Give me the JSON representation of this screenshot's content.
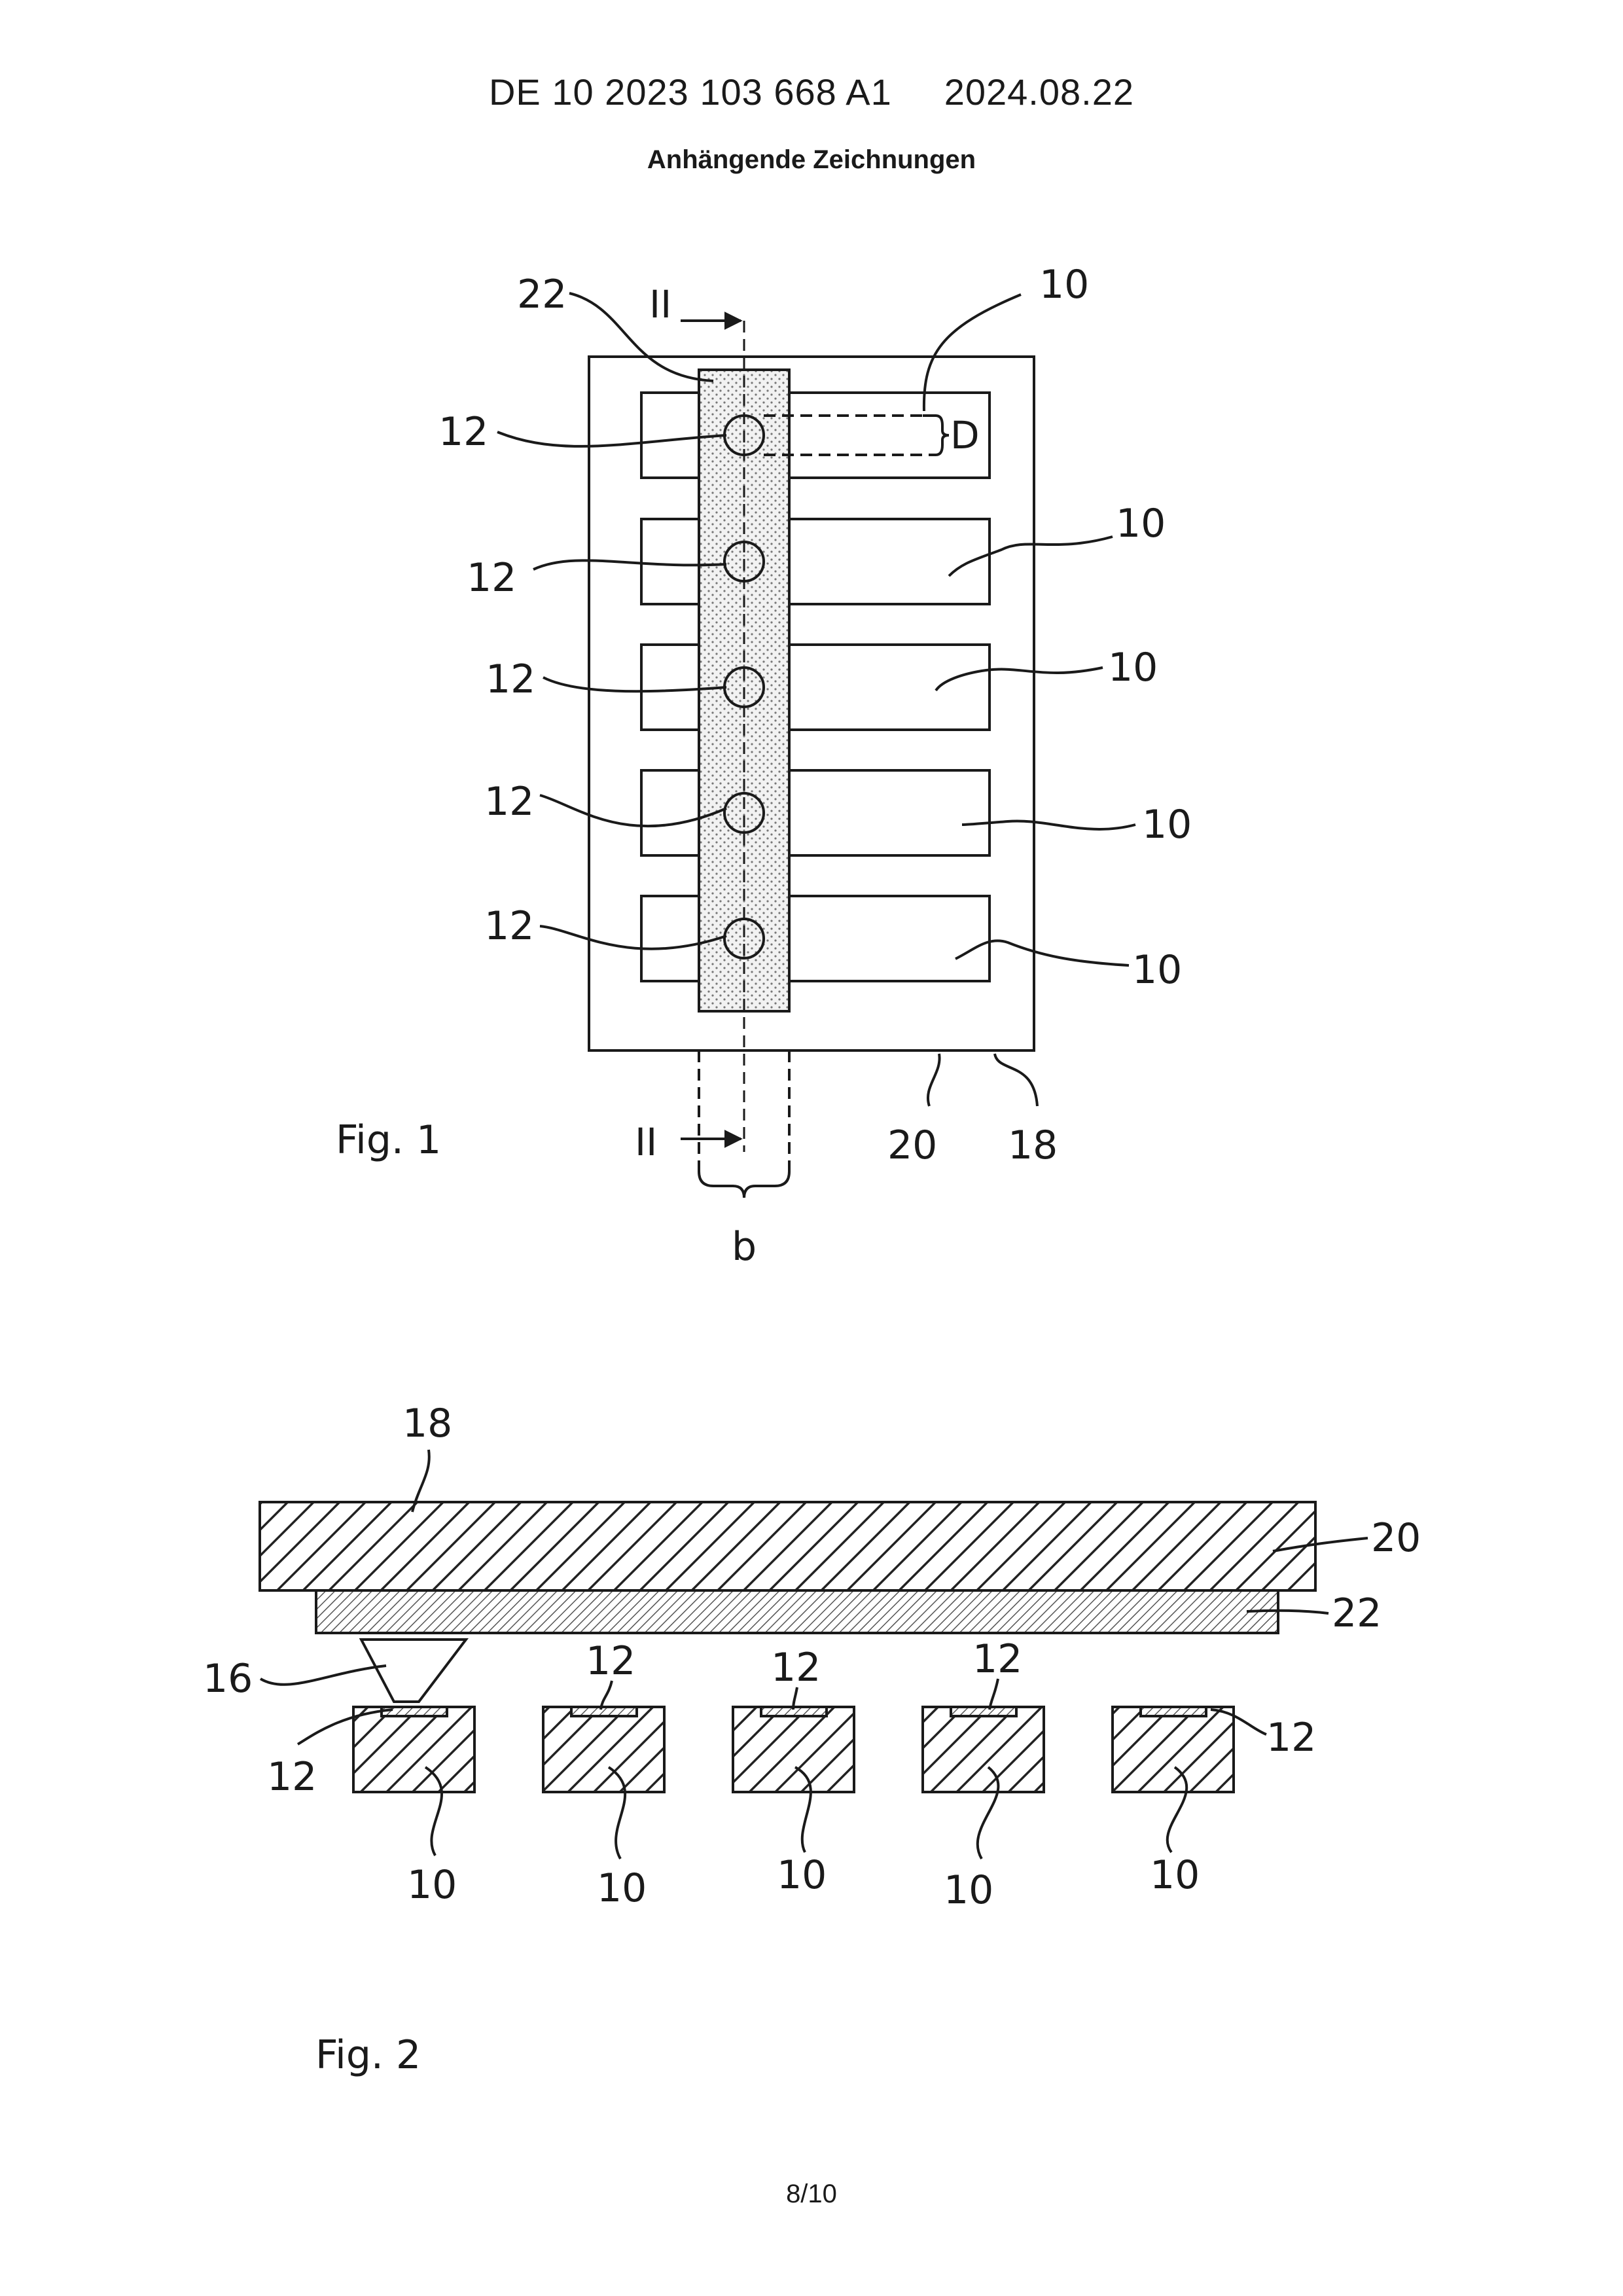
{
  "header": {
    "doc_number": "DE 10 2023 103 668 A1",
    "date": "2024.08.22",
    "subtitle": "Anhängende Zeichnungen"
  },
  "fig1": {
    "caption": "Fig. 1",
    "section_top": "II",
    "section_bottom": "II",
    "ref_22": "22",
    "ref_10": "10",
    "ref_12": "12",
    "ref_D": "D",
    "ref_b": "b",
    "ref_20": "20",
    "ref_18": "18"
  },
  "fig2": {
    "caption": "Fig. 2",
    "ref_18": "18",
    "ref_20": "20",
    "ref_22": "22",
    "ref_16": "16",
    "ref_12": "12",
    "ref_10": "10"
  },
  "footer": {
    "page": "8/10"
  }
}
